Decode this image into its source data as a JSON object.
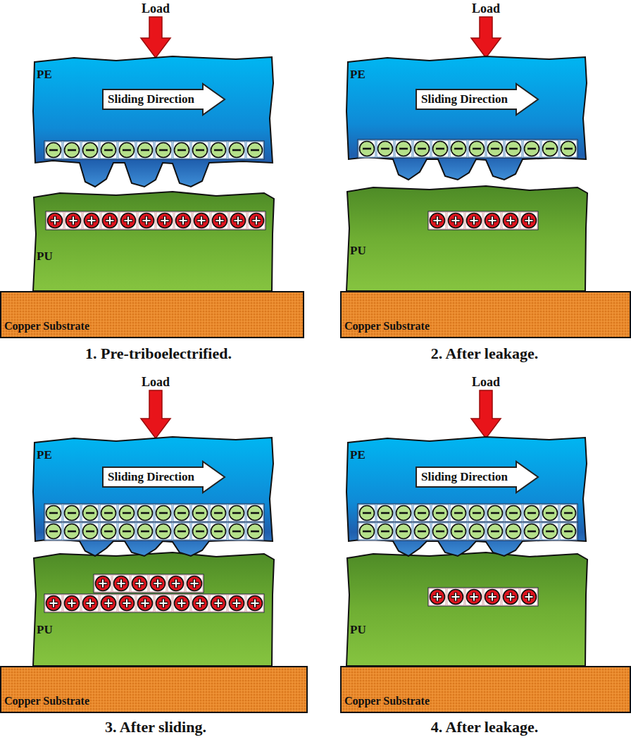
{
  "diagram": {
    "nodes": [
      {
        "text": [
          "PE"
        ]
      },
      {
        "text": [
          "Sliding Direction"
        ],
        "in": 0
      },
      {
        "text": [
          "PU"
        ]
      },
      {
        "text": [
          "Copper Substrate"
        ]
      },
      {
        "text": [
          "PE"
        ]
      },
      {
        "text": [
          "Sliding Direction"
        ],
        "in": 4
      },
      {
        "text": [
          "PU"
        ]
      },
      {
        "text": [
          "Copper Substrate"
        ]
      },
      {
        "text": [
          "PE"
        ]
      },
      {
        "text": [
          "Sliding Direction"
        ],
        "in": 8
      },
      {
        "text": [
          "PU"
        ]
      },
      {
        "text": [
          "Copper Substrate"
        ]
      },
      {
        "text": [
          "PE"
        ]
      },
      {
        "text": [
          "Sliding Direction"
        ],
        "in": 12
      },
      {
        "text": [
          "PU"
        ]
      },
      {
        "text": [
          "Copper Substrate"
        ]
      }
    ],
    "labels": [
      "Load",
      "1. Pre-triboelectrified.",
      "Load",
      "2. After leakage.",
      "Load",
      "3. After sliding.",
      "Load",
      "4. After leakage."
    ]
  }
}
